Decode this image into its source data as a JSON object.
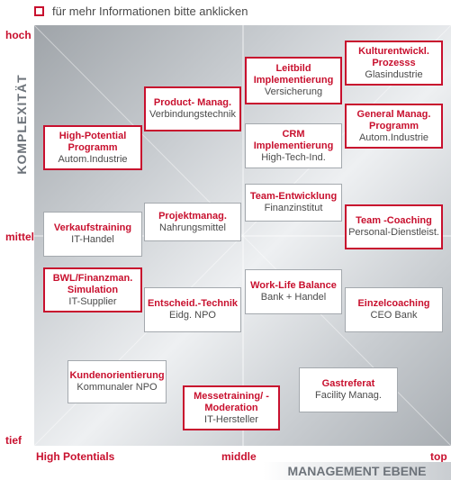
{
  "legend": {
    "text": "für mehr Informationen bitte anklicken"
  },
  "axes": {
    "y_title": "KOMPLEXITÄT",
    "y_ticks": {
      "high": "hoch",
      "mid": "mittel",
      "low": "tief"
    },
    "x_title": "MANAGEMENT EBENE",
    "x_ticks": {
      "low": "High Potentials",
      "mid": "middle",
      "high": "top"
    }
  },
  "colors": {
    "accent": "#c8102e",
    "muted": "#6d737a",
    "border": "#a4a9ae"
  },
  "cards": [
    {
      "title": "Kulturentwickl. Prozesss",
      "sub": "Glasindustrie",
      "linked": true
    },
    {
      "title": "Leitbild Implementierung",
      "sub": "Versicherung",
      "linked": true
    },
    {
      "title": "Product- Manag.",
      "sub": "Verbindungstechnik",
      "linked": true
    },
    {
      "title": "General Manag. Programm",
      "sub": "Autom.Industrie",
      "linked": true
    },
    {
      "title": "CRM Implementierung",
      "sub": "High-Tech-Ind.",
      "linked": false
    },
    {
      "title": "High-Potential Programm",
      "sub": "Autom.Industrie",
      "linked": true
    },
    {
      "title": "Team-Entwicklung",
      "sub": "Finanzinstitut",
      "linked": false
    },
    {
      "title": "Projektmanag.",
      "sub": "Nahrungsmittel",
      "linked": false
    },
    {
      "title": "Verkaufstraining",
      "sub": "IT-Handel",
      "linked": false
    },
    {
      "title": "Team -Coaching",
      "sub": "Personal-Dienstleist.",
      "linked": true
    },
    {
      "title": "BWL/Finanzman. Simulation",
      "sub": "IT-Supplier",
      "linked": true
    },
    {
      "title": "Work-Life Balance",
      "sub": "Bank + Handel",
      "linked": false
    },
    {
      "title": "Entscheid.-Technik",
      "sub": "Eidg. NPO",
      "linked": false
    },
    {
      "title": "Einzelcoaching",
      "sub": "CEO Bank",
      "linked": false
    },
    {
      "title": "Kundenorientierung",
      "sub": "Kommunaler NPO",
      "linked": false
    },
    {
      "title": "Gastreferat",
      "sub": "Facility Manag.",
      "linked": false
    },
    {
      "title": "Messetraining/ -Moderation",
      "sub": "IT-Hersteller",
      "linked": true
    }
  ]
}
